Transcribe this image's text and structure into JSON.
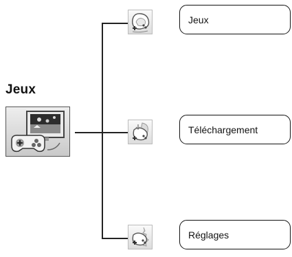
{
  "main": {
    "title": "Jeux",
    "icon": "game-controller-screen-icon"
  },
  "menu": {
    "items": [
      {
        "label": "Jeux",
        "icon": "gamepad-icon"
      },
      {
        "label": "Téléchargement",
        "icon": "gamepad-download-icon"
      },
      {
        "label": "Réglages",
        "icon": "gamepad-settings-icon"
      }
    ]
  }
}
